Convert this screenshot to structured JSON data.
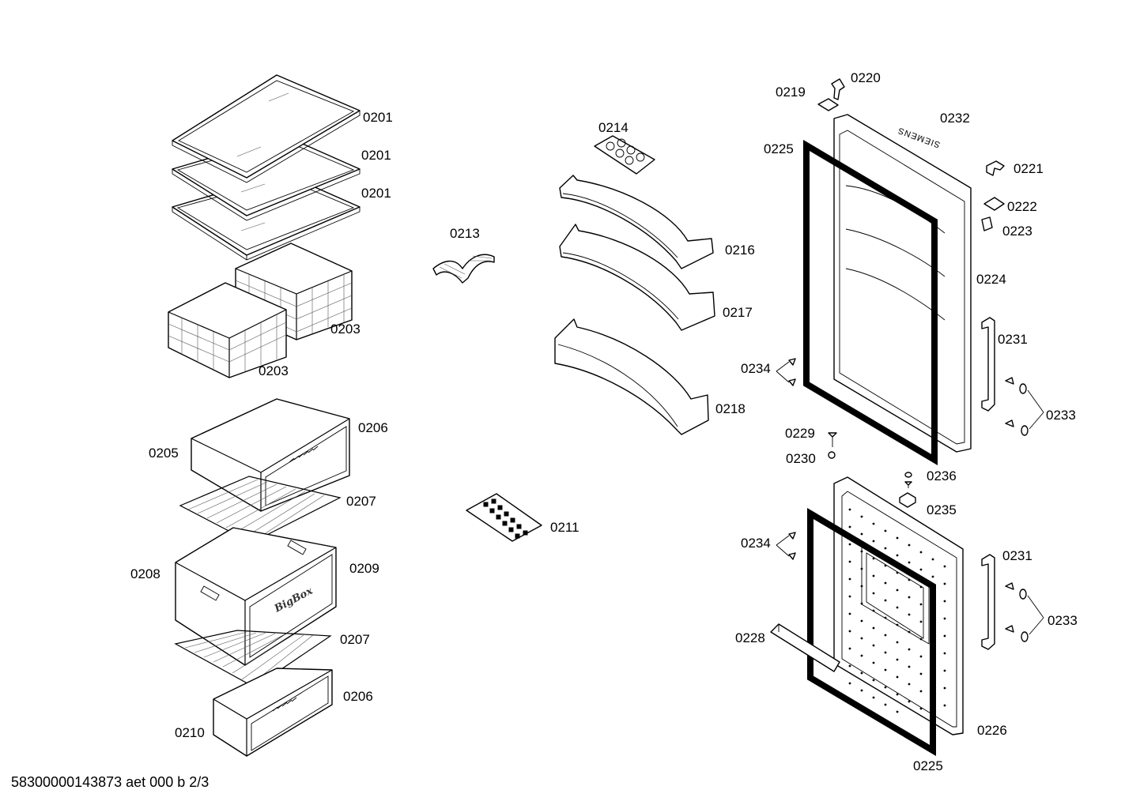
{
  "labels": [
    {
      "id": "l1",
      "text": "0201"
    },
    {
      "id": "l2",
      "text": "0201"
    },
    {
      "id": "l3",
      "text": "0201"
    },
    {
      "id": "l4",
      "text": "0203"
    },
    {
      "id": "l5",
      "text": "0203"
    },
    {
      "id": "l6",
      "text": "0205"
    },
    {
      "id": "l7",
      "text": "0206"
    },
    {
      "id": "l8",
      "text": "0207"
    },
    {
      "id": "l9",
      "text": "0208"
    },
    {
      "id": "l10",
      "text": "0209"
    },
    {
      "id": "l11",
      "text": "0207"
    },
    {
      "id": "l12",
      "text": "0206"
    },
    {
      "id": "l13",
      "text": "0210"
    },
    {
      "id": "l14",
      "text": "0213"
    },
    {
      "id": "l15",
      "text": "0214"
    },
    {
      "id": "l16",
      "text": "0216"
    },
    {
      "id": "l17",
      "text": "0217"
    },
    {
      "id": "l18",
      "text": "0218"
    },
    {
      "id": "l19",
      "text": "0211"
    },
    {
      "id": "l20",
      "text": "0219"
    },
    {
      "id": "l21",
      "text": "0220"
    },
    {
      "id": "l22",
      "text": "0232"
    },
    {
      "id": "l23",
      "text": "0225"
    },
    {
      "id": "l24",
      "text": "0221"
    },
    {
      "id": "l25",
      "text": "0222"
    },
    {
      "id": "l26",
      "text": "0223"
    },
    {
      "id": "l27",
      "text": "0224"
    },
    {
      "id": "l28",
      "text": "0231"
    },
    {
      "id": "l29",
      "text": "0234"
    },
    {
      "id": "l30",
      "text": "0233"
    },
    {
      "id": "l31",
      "text": "0229"
    },
    {
      "id": "l32",
      "text": "0230"
    },
    {
      "id": "l33",
      "text": "0236"
    },
    {
      "id": "l34",
      "text": "0235"
    },
    {
      "id": "l35",
      "text": "0234"
    },
    {
      "id": "l36",
      "text": "0231"
    },
    {
      "id": "l37",
      "text": "0233"
    },
    {
      "id": "l38",
      "text": "0228"
    },
    {
      "id": "l39",
      "text": "0226"
    },
    {
      "id": "l40",
      "text": "0225"
    }
  ],
  "brand_text": "SIEMENS",
  "bigbox_text": "BigBox",
  "footer": "58300000143873 aet 000 b 2/3"
}
